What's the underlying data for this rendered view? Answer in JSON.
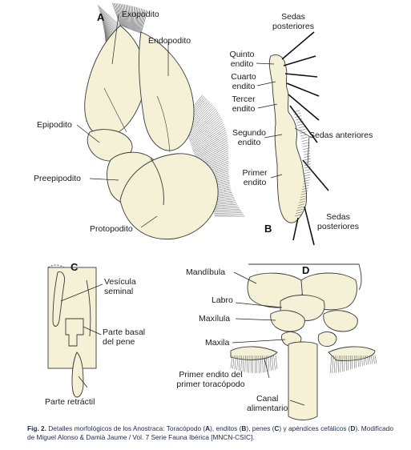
{
  "panels": {
    "a": "A",
    "b": "B",
    "c": "C",
    "d": "D"
  },
  "labels_a": {
    "exopodito": "Exopodito",
    "endopodito": "Endopodito",
    "epipodito": "Epipodito",
    "preepipodito": "Preepipodito",
    "protopodito": "Protopodito"
  },
  "labels_b": {
    "sedas_posteriores_top_1": "Sedas",
    "sedas_posteriores_top_2": "posteriores",
    "quinto_1": "Quinto",
    "quinto_2": "endito",
    "cuarto_1": "Cuarto",
    "cuarto_2": "endito",
    "tercer_1": "Tercer",
    "tercer_2": "endito",
    "segundo_1": "Segundo",
    "segundo_2": "endito",
    "primer_1": "Primer",
    "primer_2": "endito",
    "sedas_anteriores": "Sedas anteriores",
    "sedas_posteriores_bot_1": "Sedas",
    "sedas_posteriores_bot_2": "posteriores"
  },
  "labels_c": {
    "vesicula_1": "Vesícula",
    "vesicula_2": "seminal",
    "parte_basal_1": "Parte basal",
    "parte_basal_2": "del pene",
    "parte_retractil": "Parte retráctil"
  },
  "labels_d": {
    "mandibula": "Mandíbula",
    "labro": "Labro",
    "maxilula": "Maxílula",
    "maxila": "Maxila",
    "primer_endito_1": "Primer endito del",
    "primer_endito_2": "primer toracópodo",
    "canal_1": "Canal",
    "canal_2": "alimentario"
  },
  "caption": {
    "fig_label": "Fig. 2.",
    "text_1": " Detalles morfológicos de los Anostraca: Toracópodo (",
    "a": "A",
    "text_2": "), enditos (",
    "b": "B",
    "text_3": "), penes (",
    "c": "C",
    "text_4": ") y apéndices cefálicos (",
    "d": "D",
    "text_5": ").  Modificado de Miguel Alonso & Damià Jaume / Vol. 7 Serie Fauna Ibérica [MNCN-CSIC]."
  },
  "colors": {
    "fill": "#f4f1d6",
    "stroke": "#3a3a3a",
    "caption": "#1e2a4a"
  }
}
